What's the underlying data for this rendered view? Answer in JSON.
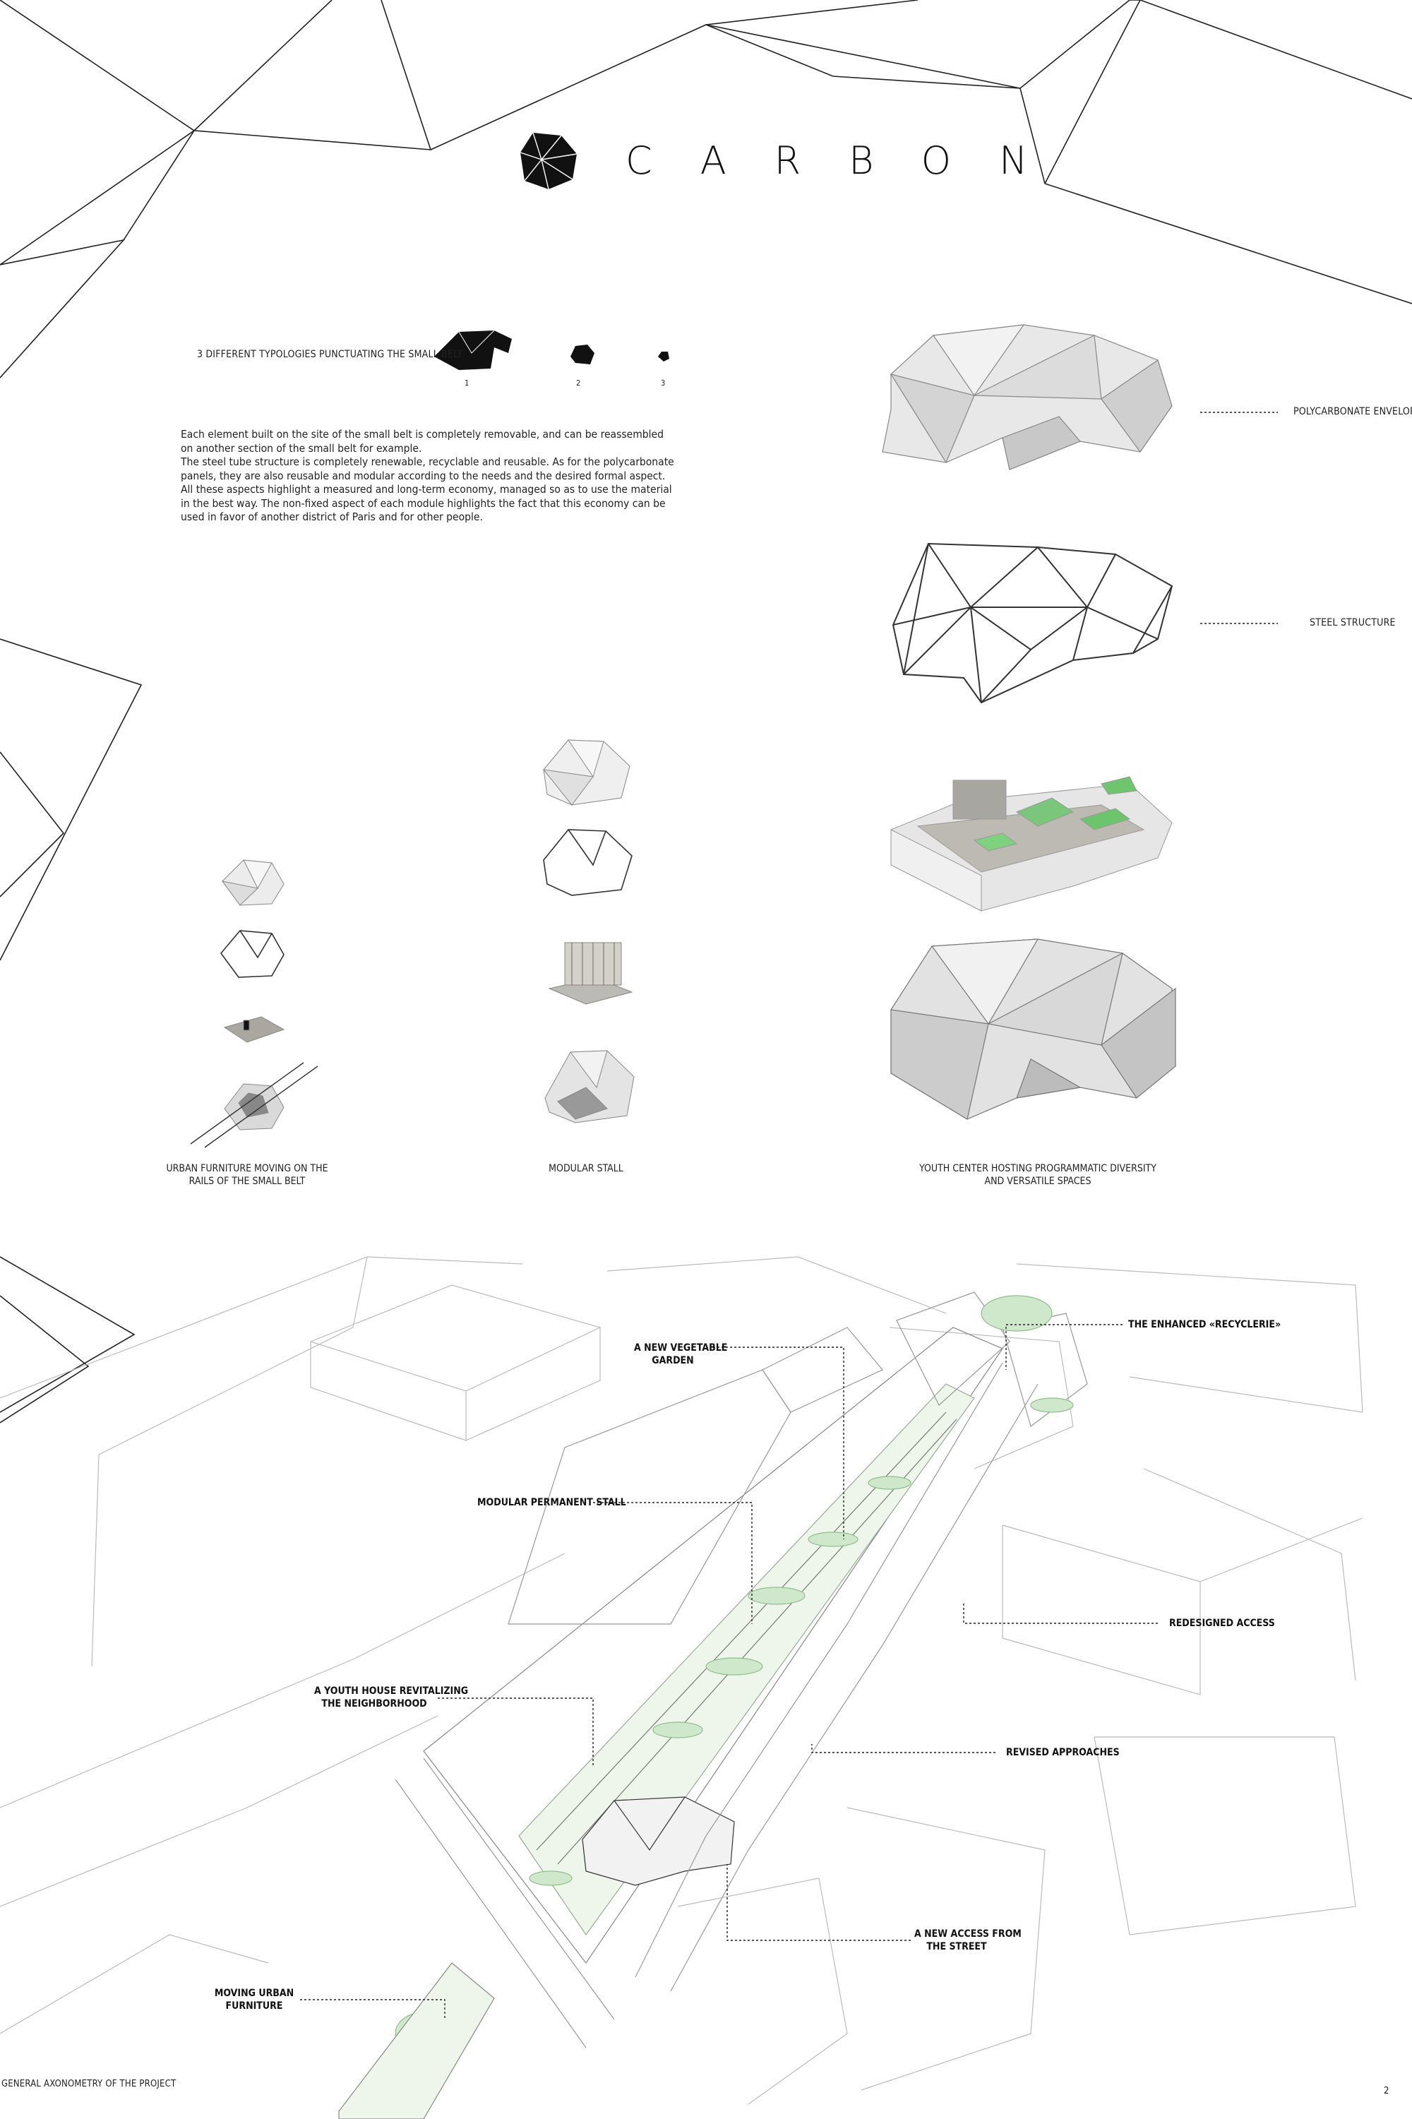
{
  "header": {
    "title": "CARBON",
    "logo_icon": "polyhedron-logo-icon"
  },
  "typologies": {
    "caption": "3 DIFFERENT TYPOLOGIES PUNCTUATING THE SMALL BELT",
    "numbers": [
      "1",
      "2",
      "3"
    ]
  },
  "description": {
    "paragraphs": [
      "Each element built on the site of the small belt is completely removable, and can be reassembled on another section of the small belt for example.",
      "The steel tube structure is completely renewable, recyclable and reusable. As for the polycarbonate panels, they are also reusable and modular according to the needs and the desired formal aspect.",
      "All these aspects highlight a measured and long-term economy, managed so as to use the material in the best way. The non-fixed aspect of each module highlights the fact that this economy can be used in favor of another district of Paris and for other people."
    ]
  },
  "layers": {
    "envelope": "POLYCARBONATE ENVELOPE",
    "structure": "STEEL STRUCTURE"
  },
  "captions": {
    "furniture": [
      "URBAN FURNITURE MOVING ON THE",
      "RAILS OF THE SMALL BELT"
    ],
    "stall": "MODULAR STALL",
    "youth_center": [
      "YOUTH CENTER HOSTING PROGRAMMATIC DIVERSITY",
      "AND VERSATILE SPACES"
    ]
  },
  "axonometry": {
    "annotations": {
      "recyclerie": "THE ENHANCED «RECYCLERIE»",
      "garden": [
        "A NEW VEGETABLE",
        "GARDEN"
      ],
      "stall": "MODULAR PERMANENT STALL",
      "access": "REDESIGNED ACCESS",
      "youth_house": [
        "A YOUTH HOUSE REVITALIZING",
        "THE NEIGHBORHOOD"
      ],
      "approaches": "REVISED APPROACHES",
      "street_access": [
        "A NEW ACCESS FROM",
        "THE STREET"
      ],
      "moving_furniture": [
        "MOVING URBAN",
        "FURNITURE"
      ]
    },
    "caption": "GENERAL AXONOMETRY OF THE PROJECT"
  },
  "page_number": "2"
}
